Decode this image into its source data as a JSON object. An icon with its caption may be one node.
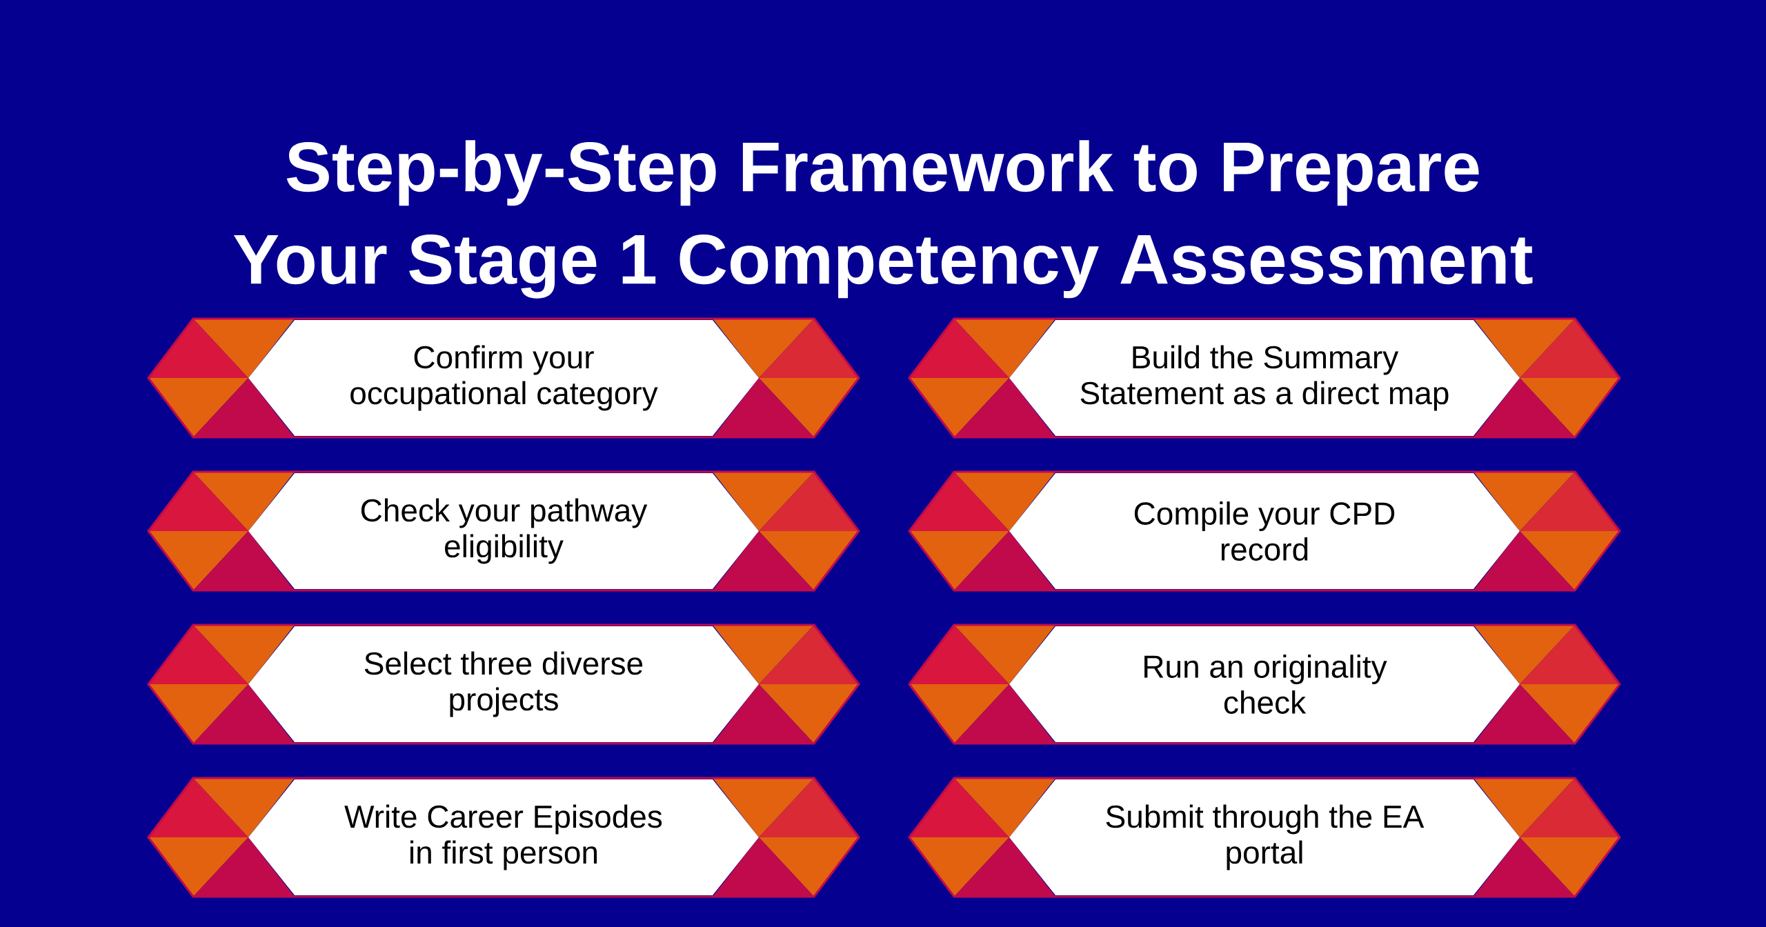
{
  "diagram": {
    "title": "Step-by-Step Framework to Prepare Your Stage 1 Competency Assessment",
    "nodes": [
      {
        "text": [
          "Confirm your occupational category"
        ]
      },
      {
        "text": [
          "Check your pathway eligibility"
        ]
      },
      {
        "text": [
          "Select three diverse projects"
        ]
      },
      {
        "text": [
          "Write Career Episodes in first person"
        ]
      },
      {
        "text": [
          "Build the Summary Statement as a direct map"
        ]
      },
      {
        "text": [
          "Compile your CPD record"
        ]
      },
      {
        "text": [
          "Run an originality check"
        ]
      },
      {
        "text": [
          "Submit through the EA portal"
        ]
      }
    ]
  }
}
